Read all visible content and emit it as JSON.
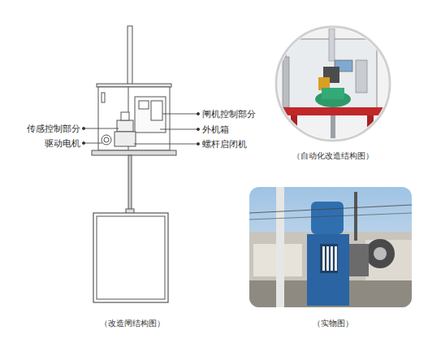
{
  "diagram": {
    "labels": [
      "闸机控制部分",
      "传感控制部分",
      "外机箱",
      "驱动电机",
      "螺杆启闭机",
      "（自动化改造结构图）",
      "（改造闸结构图）",
      "（实物图）"
    ]
  }
}
